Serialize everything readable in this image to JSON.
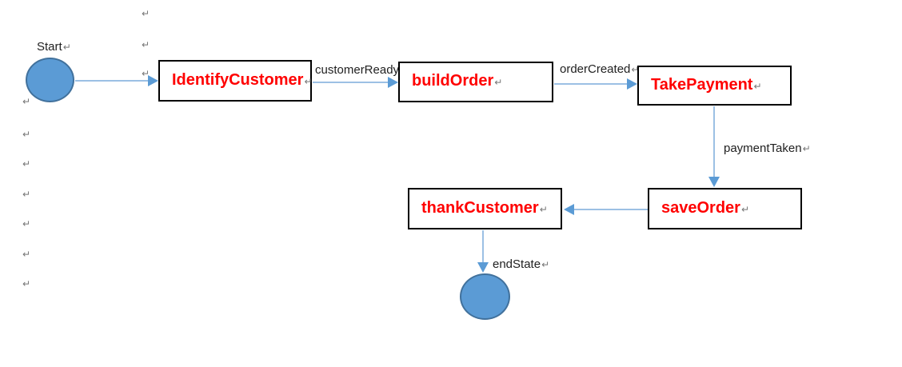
{
  "page": {
    "background": "#FFFFFF",
    "return_mark": "↵"
  },
  "diagram": {
    "type": "state-machine-flow",
    "start": {
      "label": "Start"
    },
    "states": [
      {
        "name": "IdentifyCustomer"
      },
      {
        "name": "buildOrder"
      },
      {
        "name": "TakePayment"
      },
      {
        "name": "saveOrder"
      },
      {
        "name": "thankCustomer"
      }
    ],
    "transitions": [
      {
        "from": "Start",
        "to": "IdentifyCustomer",
        "label": ""
      },
      {
        "from": "IdentifyCustomer",
        "to": "buildOrder",
        "label": "customerReady"
      },
      {
        "from": "buildOrder",
        "to": "TakePayment",
        "label": "orderCreated"
      },
      {
        "from": "TakePayment",
        "to": "saveOrder",
        "label": "paymentTaken"
      },
      {
        "from": "saveOrder",
        "to": "thankCustomer",
        "label": ""
      },
      {
        "from": "thankCustomer",
        "to": "endState",
        "label": "endState"
      }
    ],
    "colors": {
      "state_fill": "#5B9BD5",
      "state_border": "#41719C",
      "connector": "#9CC0E4",
      "connector_head": "#5B9BD5",
      "box_text": "#FF0000",
      "box_border": "#000000",
      "label_text": "#212121",
      "mark_color": "#757575"
    }
  }
}
